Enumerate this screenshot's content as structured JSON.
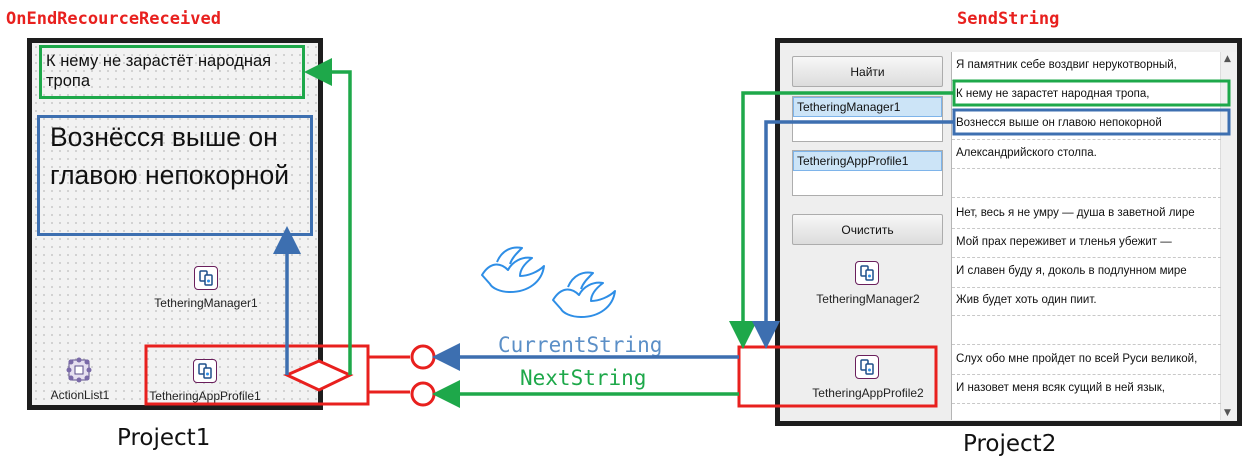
{
  "titles": {
    "left": "OnEndRecourceReceived",
    "right": "SendString"
  },
  "project1": {
    "label": "Project1",
    "label_top": "К нему не зарастёт народная тропа",
    "label_big": "Вознёсся выше он главою непокорной",
    "components": {
      "manager": "TetheringManager1",
      "profile": "TetheringAppProfile1",
      "actionlist": "ActionList1"
    }
  },
  "project2": {
    "label": "Project2",
    "buttons": {
      "find": "Найти",
      "clear": "Очистить"
    },
    "edits": {
      "manager": "TetheringManager1",
      "profile": "TetheringAppProfile1"
    },
    "components": {
      "manager": "TetheringManager2",
      "profile": "TetheringAppProfile2"
    },
    "memo_lines": [
      "Я памятник себе воздвиг нерукотворный,",
      "К нему не зарастет народная тропа,",
      "Вознесся выше он главою непокорной",
      "Александрийского столпа.",
      "",
      "Нет, весь я не умру — душа в заветной лире",
      "Мой прах переживет и тленья убежит —",
      "И славен буду я, доколь в подлунном мире",
      "Жив будет хоть один пиит.",
      "",
      "Слух обо мне пройдет по всей Руси великой,",
      "И назовет меня всяк сущий в ней язык,"
    ]
  },
  "connections": {
    "current": "CurrentString",
    "next": "NextString"
  },
  "colors": {
    "red": "#e8201e",
    "green": "#1ea84a",
    "blue": "#3d6fb0",
    "bird": "#2e8ee6"
  },
  "icons": [
    "tethering-icon",
    "actionlist-icon",
    "bird-icon"
  ]
}
